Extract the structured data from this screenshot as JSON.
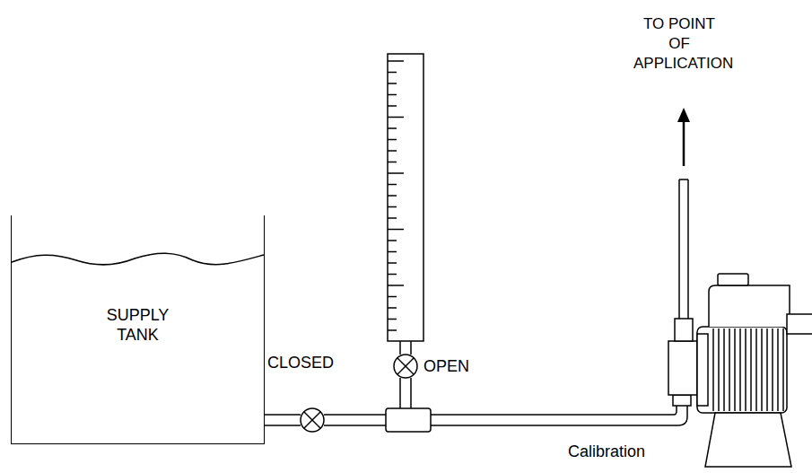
{
  "diagram": {
    "caption": "Calibration",
    "nodes": [
      {
        "text": [
          "SUPPLY TANK"
        ]
      }
    ],
    "labels": [
      "TO POINT OF APPLICATION",
      "CLOSED",
      "OPEN"
    ]
  }
}
